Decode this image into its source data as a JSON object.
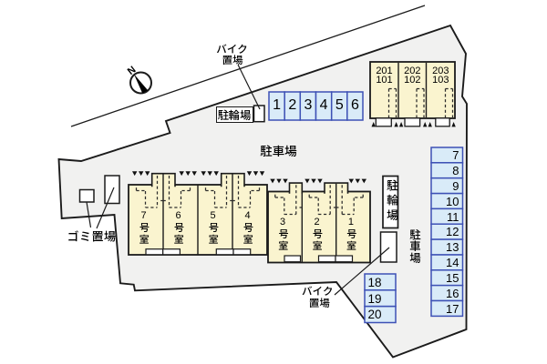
{
  "colors": {
    "property_fill": "#f1f1f0",
    "building_fill": "#faf4cf",
    "parking_fill": "#d9ebf8",
    "parking_border": "#3d51b5",
    "line": "#1b1b1b"
  },
  "compass": {
    "label": "N"
  },
  "labels": {
    "bike_top_line1": "バイク",
    "bike_top_line2": "置場",
    "bicycle_top": "駐輪場",
    "parking_lot_top": "駐車場",
    "garbage": "ゴミ置場",
    "bicycle_right": "駐輪場",
    "parking_lot_right": "駐車場",
    "bike_bottom_line1": "バイク",
    "bike_bottom_line2": "置場"
  },
  "parking": {
    "top": [
      "1",
      "2",
      "3",
      "4",
      "5",
      "6"
    ],
    "right": [
      "7",
      "8",
      "9",
      "10",
      "11",
      "12",
      "13",
      "14",
      "15",
      "16",
      "17"
    ],
    "bottom": [
      "18",
      "19",
      "20"
    ]
  },
  "buildings": {
    "south_units": [
      "7号室",
      "6号室",
      "5号室",
      "4号室"
    ],
    "east_units": [
      "3号室",
      "2号室",
      "1号室"
    ],
    "north_units": [
      [
        "201",
        "101"
      ],
      [
        "202",
        "102"
      ],
      [
        "203",
        "103"
      ]
    ]
  }
}
